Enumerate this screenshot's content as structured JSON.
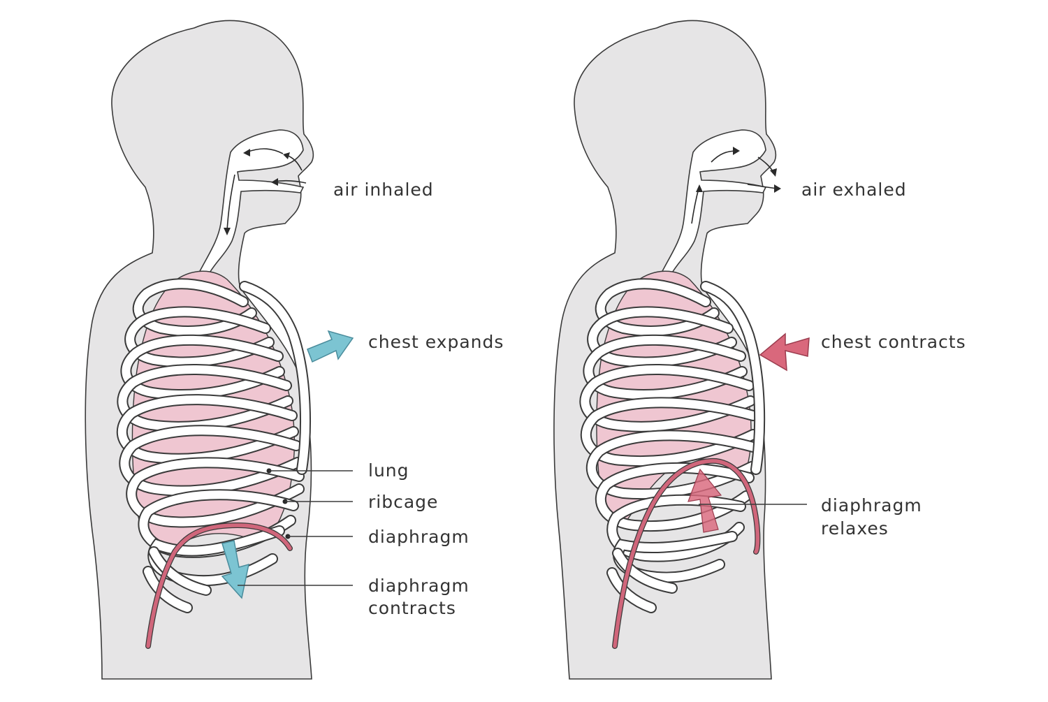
{
  "diagram": {
    "inhale": {
      "air_label": "air inhaled",
      "chest_label": "chest expands",
      "lung_label": "lung",
      "ribcage_label": "ribcage",
      "diaphragm_label": "diaphragm",
      "diaphragm_action_line1": "diaphragm",
      "diaphragm_action_line2": "contracts"
    },
    "exhale": {
      "air_label": "air exhaled",
      "chest_label": "chest contracts",
      "diaphragm_action_line1": "diaphragm",
      "diaphragm_action_line2": "relaxes"
    },
    "colors": {
      "body": "#e6e5e6",
      "lung": "#efc6d1",
      "diaphragm": "#d0667b",
      "expand_arrow": "#7cc4d2",
      "contract_arrow": "#d9687c"
    }
  }
}
